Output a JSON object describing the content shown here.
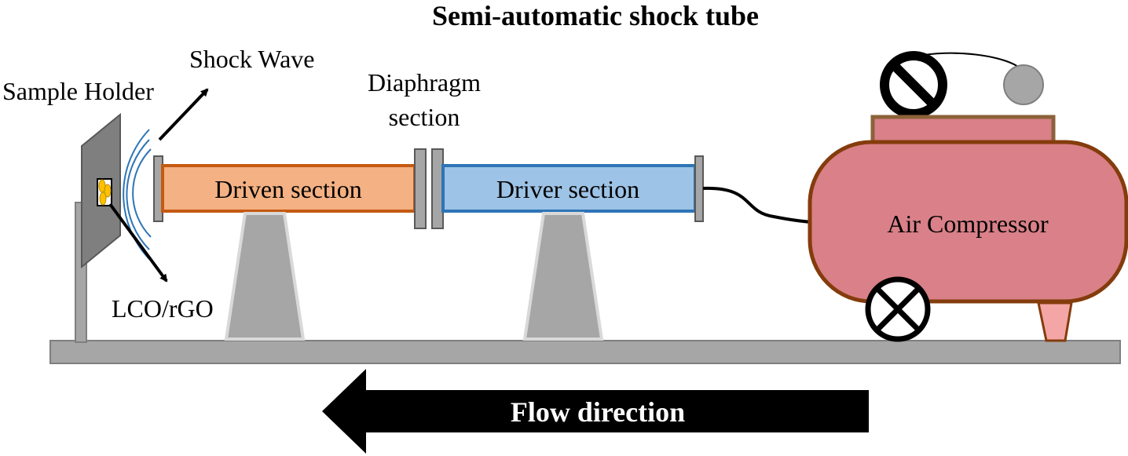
{
  "title": "Semi-automatic shock tube",
  "labels": {
    "sample_holder": "Sample Holder",
    "shock_wave": "Shock Wave",
    "diaphragm_line1": "Diaphragm",
    "diaphragm_line2": "section",
    "driven_section": "Driven section",
    "driver_section": "Driver section",
    "air_compressor": "Air Compressor",
    "sample": "LCO/rGO",
    "flow_direction": "Flow direction"
  },
  "colors": {
    "driven_fill": "#f4b183",
    "driven_border": "#c55a11",
    "driver_fill": "#9dc3e6",
    "driver_border": "#2e75b6",
    "compressor_fill": "#d98088",
    "compressor_border": "#843c0c",
    "base": "#a6a6a6",
    "sample": "#ffc000"
  }
}
